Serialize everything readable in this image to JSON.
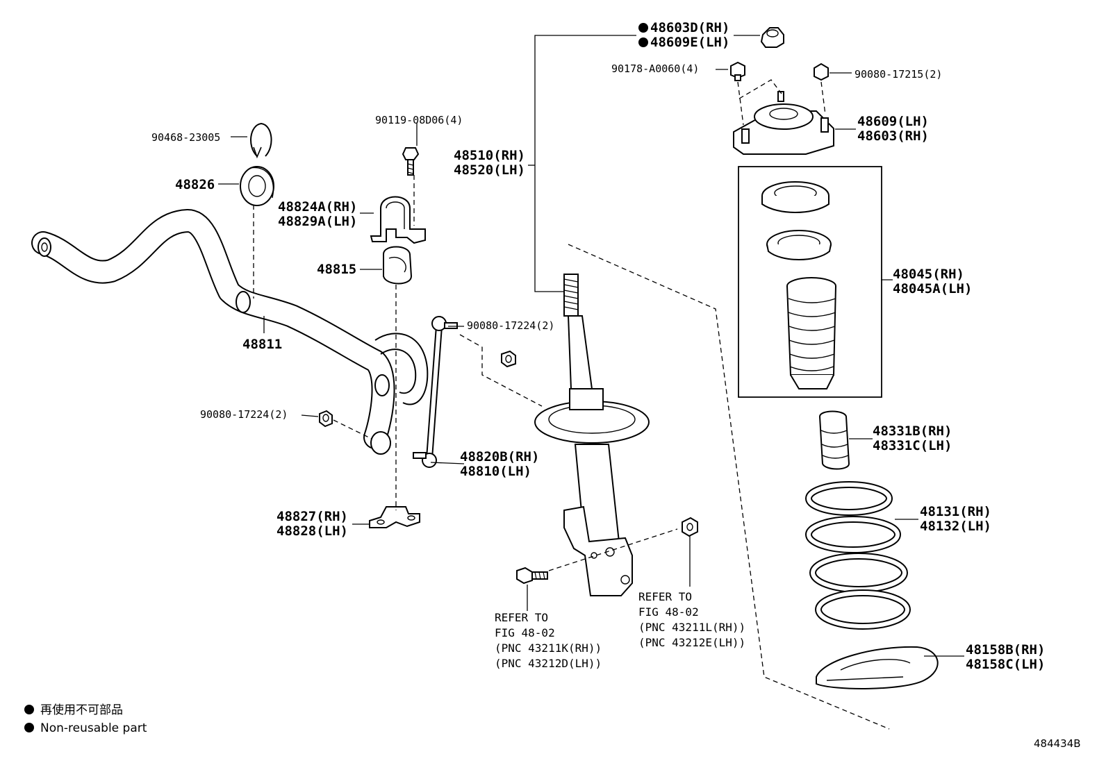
{
  "labels": {
    "p90468": "90468-23005",
    "p48826": "48826",
    "p48824a": "48824A(RH)",
    "p48829a": "48829A(LH)",
    "p90119": "90119-08D06(4)",
    "p48815": "48815",
    "p48811": "48811",
    "p90080_stab": "90080-17224(2)",
    "p90080_link": "90080-17224(2)",
    "p48820b": "48820B(RH)",
    "p48810": "48810(LH)",
    "p48827": "48827(RH)",
    "p48828": "48828(LH)",
    "p48510": "48510(RH)",
    "p48520": "48520(LH)",
    "p48603d": "48603D(RH)",
    "p48609e": "48609E(LH)",
    "p90178": "90178-A0060(4)",
    "p90080_mount": "90080-17215(2)",
    "p48609": "48609(LH)",
    "p48603": "48603(RH)",
    "p48045": "48045(RH)",
    "p48045a": "48045A(LH)",
    "p48331b": "48331B(RH)",
    "p48331c": "48331C(LH)",
    "p48131": "48131(RH)",
    "p48132": "48132(LH)",
    "p48158b": "48158B(RH)",
    "p48158c": "48158C(LH)"
  },
  "references": {
    "left": [
      "REFER TO",
      "FIG 48-02",
      "(PNC 43211K(RH))",
      "(PNC 43212D(LH))"
    ],
    "right": [
      "REFER TO",
      "FIG 48-02",
      "(PNC 43211L(RH))",
      "(PNC 43212E(LH))"
    ]
  },
  "legend": {
    "japanese": "再使用不可部品",
    "english": "Non-reusable part"
  },
  "figure_id": "484434B"
}
